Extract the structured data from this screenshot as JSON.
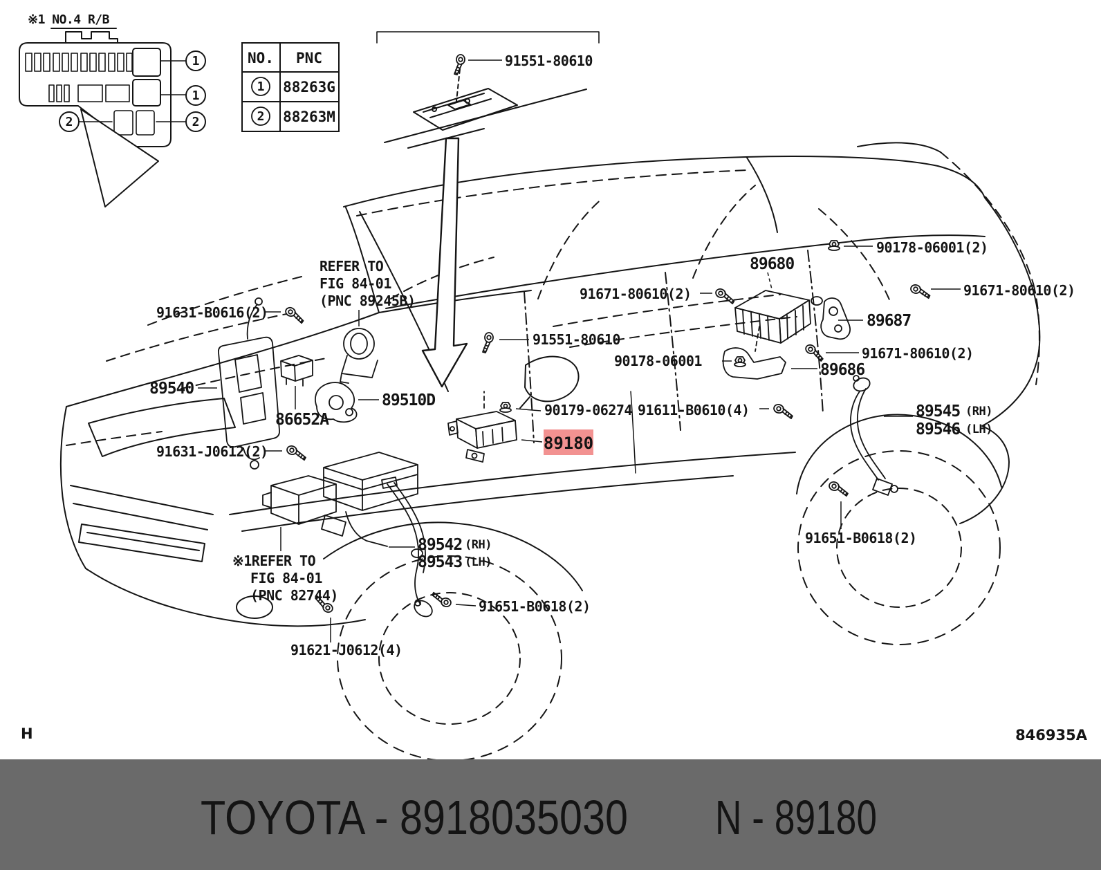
{
  "diagram": {
    "fusebox": {
      "note_prefix": "※1 ",
      "title": "NO.4 R/B",
      "callout1": "1",
      "callout2": "2"
    },
    "pnc_table": {
      "col_no": "NO.",
      "col_pnc": "PNC",
      "rows": [
        {
          "no": "1",
          "pnc": "88263G"
        },
        {
          "no": "2",
          "pnc": "88263M"
        }
      ]
    },
    "labels": {
      "roof_bolt": "91551-80610",
      "pillar_bolt": "91551-80610",
      "rear_nut2": "90178-06001(2)",
      "mid_nut": "90178-06001",
      "tire_pressure_ecu": "89680",
      "bracket_89687": "89687",
      "bracket_89686": "89686",
      "roof_screw_left": "91671-80610(2)",
      "roof_screw_right": "91671-80610(2)",
      "roof_screw_mid": "91671-80610(2)",
      "fender_bolt": "91631-B0616(2)",
      "refer1_line1": "REFER TO",
      "refer1_line2": "FIG 84-01",
      "refer1_line3": "(PNC 89245B)",
      "module_89540": "89540",
      "sensor_89510d": "89510D",
      "relay_86652a": "86652A",
      "cowl_nut": "90179-06274",
      "floor_bolt": "91611-B0610(4)",
      "bumper_bolt": "91631-J0612(2)",
      "front_speed_sensor_rh": "89542",
      "front_speed_sensor_rh_side": "(RH)",
      "front_speed_sensor_lh": "89543",
      "front_speed_sensor_lh_side": "(LH)",
      "rear_speed_sensor_rh": "89545",
      "rear_speed_sensor_rh_side": "(RH)",
      "rear_speed_sensor_lh": "89546",
      "rear_speed_sensor_lh_side": "(LH)",
      "front_sensor_bolt": "91651-B0618(2)",
      "rear_sensor_bolt": "91651-B0618(2)",
      "engine_bolt": "91621-J0612(4)",
      "refer2_line1": "※1REFER TO",
      "refer2_line2": "FIG 84-01",
      "refer2_line3": "(PNC 82744)"
    },
    "highlight": {
      "part": "89180",
      "bg": "#F29291",
      "fg": "#8A1713"
    }
  },
  "footer": {
    "section": "H",
    "figure_code": "846935A"
  },
  "banner": {
    "left": "TOYOTA - 8918035030",
    "right": "N - 89180",
    "bg": "#6A6A6A",
    "fg": "#FFFFFF"
  }
}
